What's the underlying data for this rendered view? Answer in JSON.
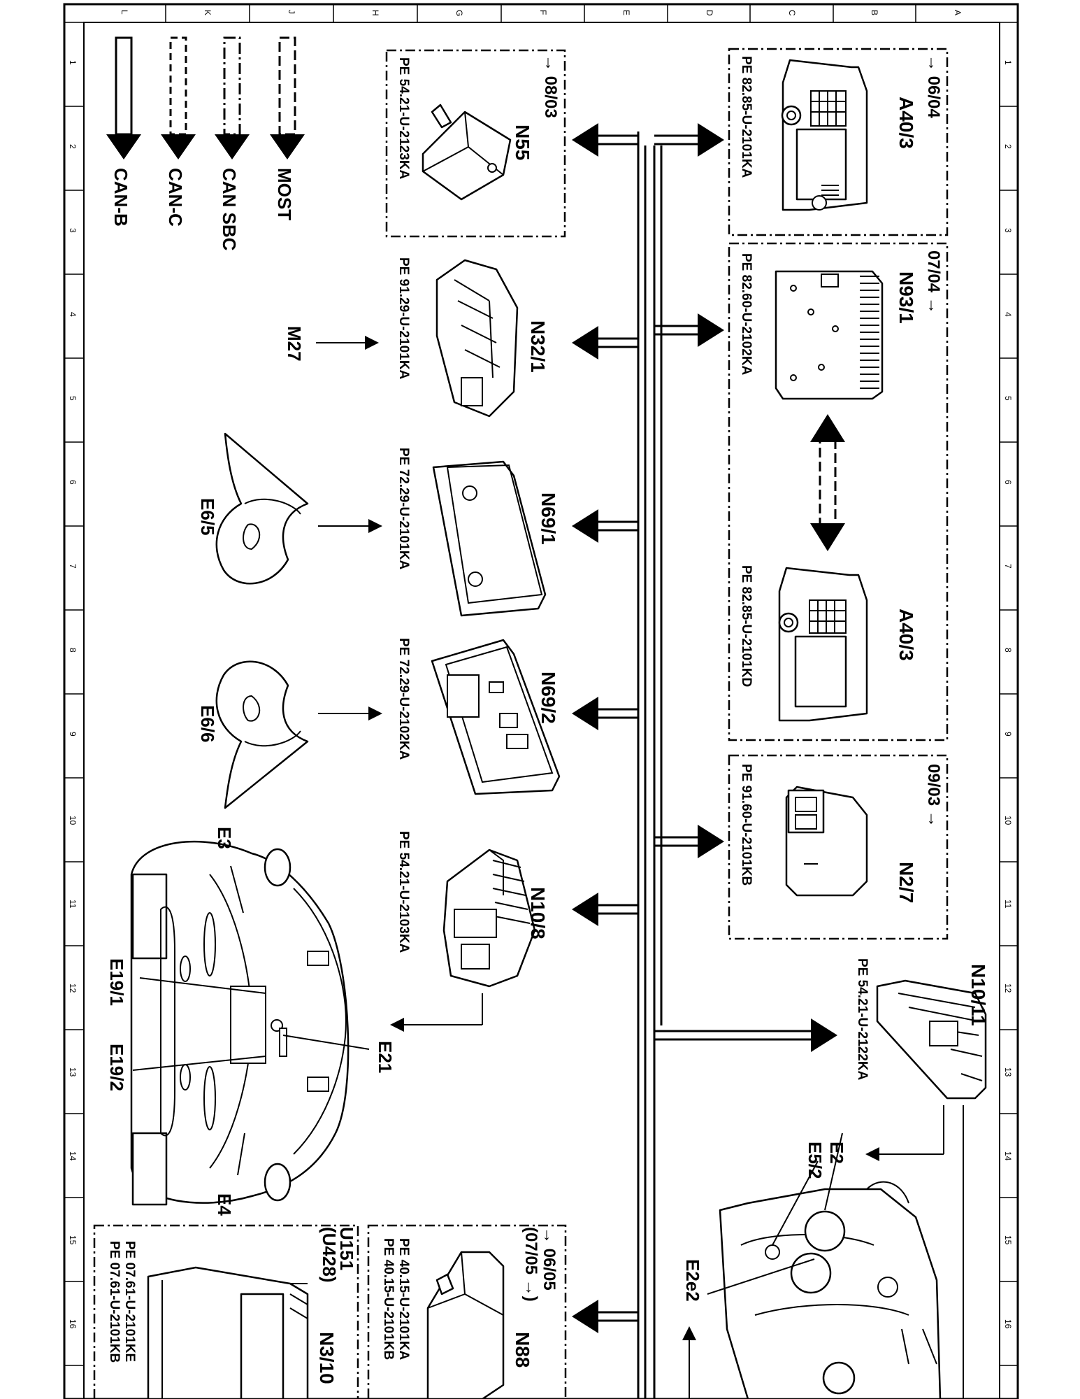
{
  "grid": {
    "top_letters": [
      "L",
      "K",
      "J",
      "H",
      "G",
      "F",
      "E",
      "D",
      "C",
      "B",
      "A"
    ],
    "side_numbers": [
      "1",
      "2",
      "3",
      "4",
      "5",
      "6",
      "7",
      "8",
      "9",
      "10",
      "11",
      "12",
      "13",
      "14",
      "15",
      "16",
      "1"
    ]
  },
  "legend": [
    {
      "key": "most",
      "label": "MOST",
      "style": "dashed-double"
    },
    {
      "key": "can_sbc",
      "label": "CAN SBC",
      "style": "dashdot-double"
    },
    {
      "key": "can_c",
      "label": "CAN-C",
      "style": "dashed-double"
    },
    {
      "key": "can_b",
      "label": "CAN-B",
      "style": "solid-double"
    }
  ],
  "components": {
    "a40_3_top": {
      "code": "A40/3",
      "date": "→ 06/04",
      "ref": "PE  82.85-U-2101KA"
    },
    "n93_1": {
      "code": "N93/1",
      "date": "07/04 →",
      "ref": "PE  82.60-U-2102KA"
    },
    "a40_3_bottom": {
      "code": "A40/3",
      "ref": "PE  82.85-U-2101KD"
    },
    "n2_7": {
      "code": "N2/7",
      "date": "09/03 →",
      "ref": "PE  91.60-U-2101KB"
    },
    "n10_11": {
      "code": "N10/11",
      "ref": "PE  54.21-U-2122KA"
    },
    "n55": {
      "code": "N55",
      "date": "→ 08/03",
      "ref": "PE  54.21-U-2123KA"
    },
    "n32_1": {
      "code": "N32/1",
      "ref": "PE  91.29-U-2101KA"
    },
    "n69_1": {
      "code": "N69/1",
      "ref": "PE  72.29-U-2101KA"
    },
    "n69_2": {
      "code": "N69/2",
      "ref": "PE  72.29-U-2102KA"
    },
    "n10_8": {
      "code": "N10/8",
      "ref": "PE  54.21-U-2103KA"
    },
    "n88": {
      "code": "N88",
      "date_a": "→ 06/05",
      "date_b": "(07/05 →)",
      "ref_a": "PE  40.15-U-2101KA",
      "ref_b": "PE  40.15-U-2101KB"
    },
    "n3_10": {
      "code": "N3/10",
      "code_b": "U151",
      "code_c": "(U428)",
      "ref_a": "PE  07.61-U-2101KE",
      "ref_b": "PE  07.61-U-2101KB"
    }
  },
  "consumers": {
    "m27": "M27",
    "e6_5": "E6/5",
    "e6_6": "E6/6",
    "e3": "E3",
    "e4": "E4",
    "e19_1": "E19/1",
    "e19_2": "E19/2",
    "e21": "E21",
    "e2": "E2",
    "e5_2": "E5/2",
    "e2e2": "E2e2"
  }
}
